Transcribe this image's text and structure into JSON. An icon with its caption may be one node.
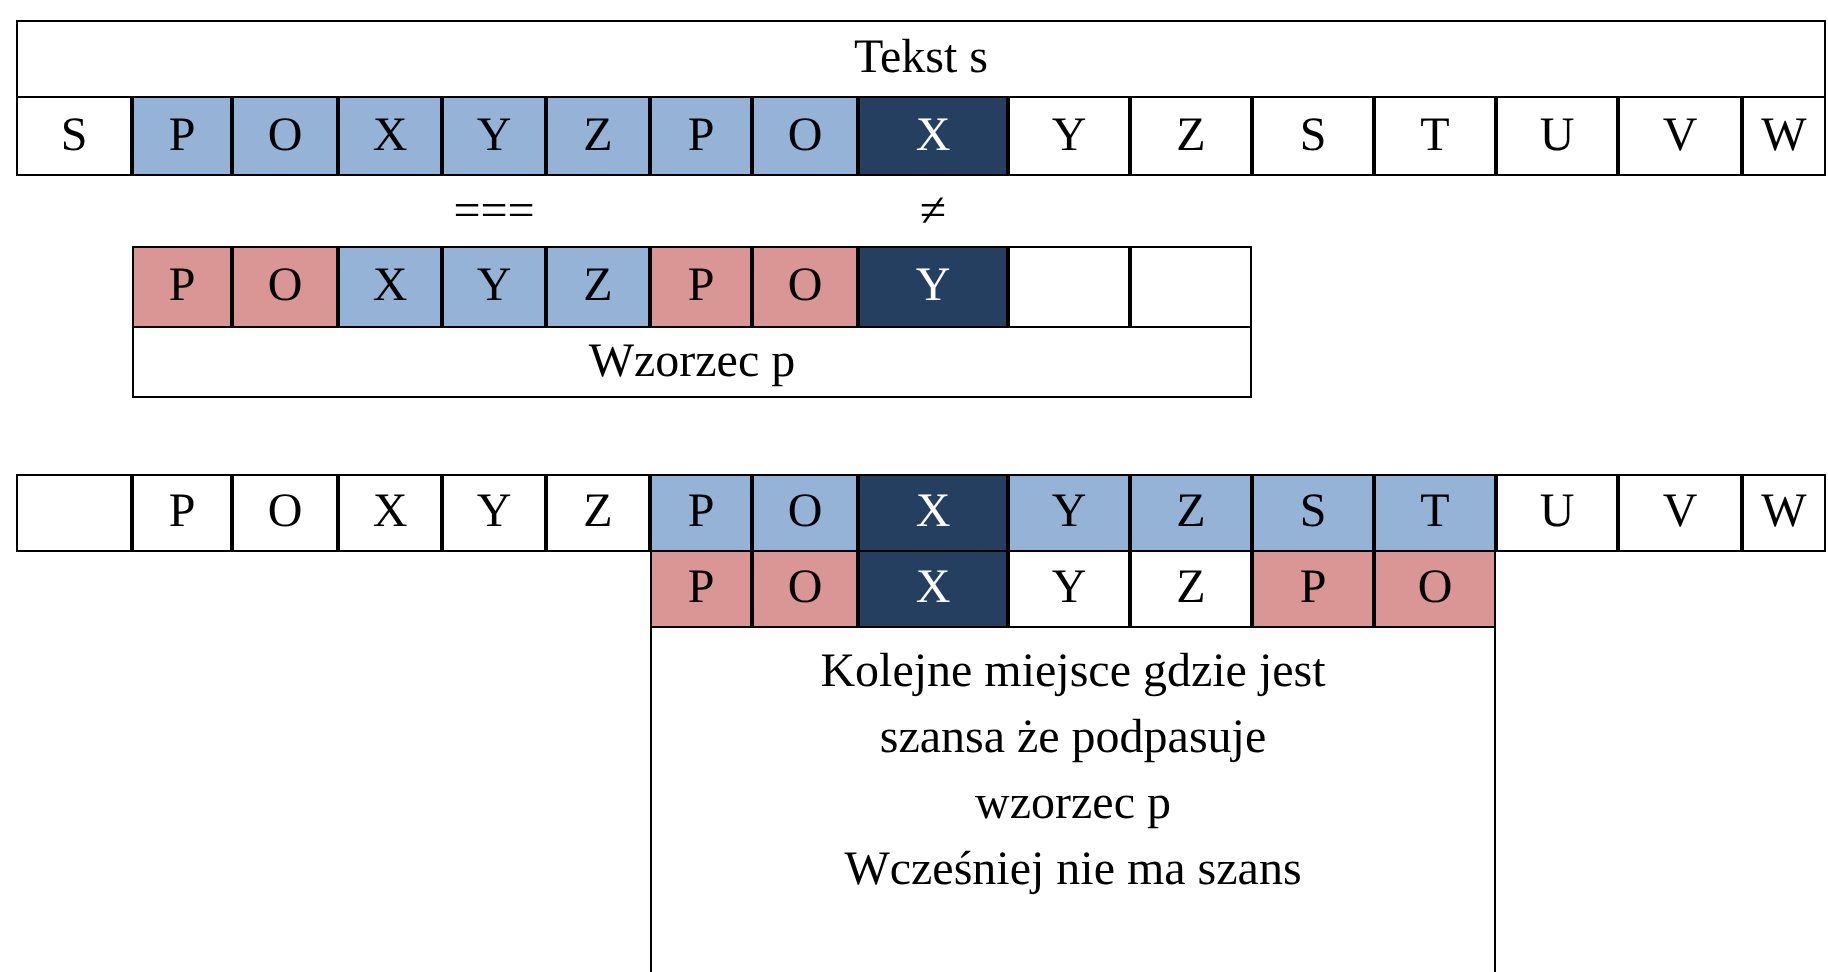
{
  "diagram": {
    "labels": [
      "Tekst s",
      "S",
      "P",
      "O",
      "X",
      "Y",
      "Z",
      "P",
      "O",
      "X",
      "Y",
      "Z",
      "S",
      "T",
      "U",
      "V",
      "W",
      "===",
      "≠",
      "P",
      "O",
      "X",
      "Y",
      "Z",
      "P",
      "O",
      "Y",
      "Wzorzec p",
      "P",
      "O",
      "X",
      "Y",
      "Z",
      "P",
      "O",
      "X",
      "Y",
      "Z",
      "S",
      "T",
      "U",
      "V",
      "W",
      "P",
      "O",
      "X",
      "Y",
      "Z",
      "P",
      "O",
      "Kolejne miejsce gdzie jest szansa że podpasuje wzorzec p",
      "Wcześniej nie ma szans"
    ]
  }
}
